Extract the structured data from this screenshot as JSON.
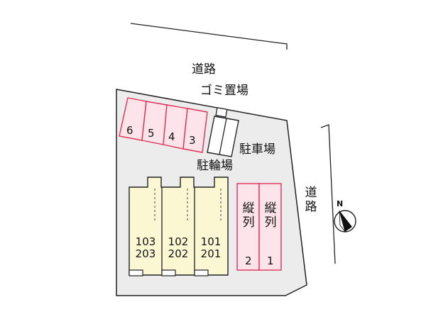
{
  "labels": {
    "road_top": "道路",
    "road_right": "道路",
    "garbage": "ゴミ置場",
    "parking": "駐車場",
    "bicycle": "駐輪場",
    "compass": "N"
  },
  "parking_top": [
    "6",
    "5",
    "4",
    "3"
  ],
  "parking_right": [
    {
      "label": "縦列",
      "number": "2"
    },
    {
      "label": "縦列",
      "number": "1"
    }
  ],
  "units": [
    {
      "upper": "103",
      "lower": "203"
    },
    {
      "upper": "102",
      "lower": "202"
    },
    {
      "upper": "101",
      "lower": "201"
    }
  ],
  "colors": {
    "lot": "#ececec",
    "building": "#fbf7d3",
    "parking_fill": "#fce4ea",
    "parking_stroke": "#e0305a",
    "outline": "#222222"
  }
}
